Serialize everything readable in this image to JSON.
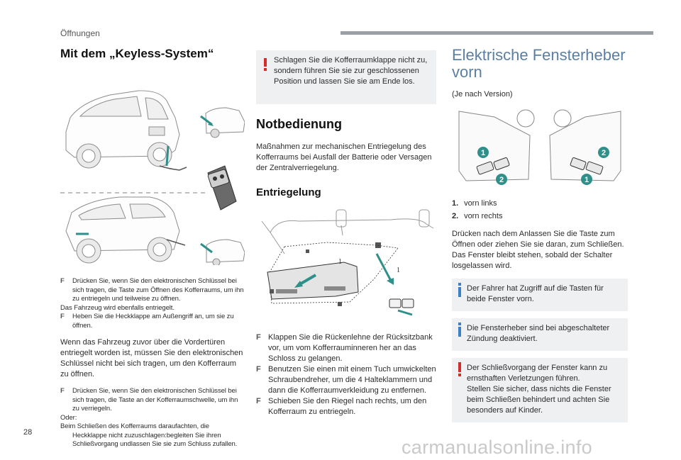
{
  "header": {
    "section": "Öffnungen"
  },
  "col1": {
    "title": "Mit dem „Keyless-System“",
    "small_items": [
      {
        "mark": "F",
        "text": "Drücken Sie, wenn Sie den elektronischen Schlüssel bei sich tragen, die Taste zum Öffnen des Kofferraums, um ihn zu entriegeln und teilweise zu öffnen."
      },
      {
        "mark": "",
        "text": "Das Fahrzeug wird ebenfalls entriegelt."
      },
      {
        "mark": "F",
        "text": "Heben Sie die Heckklappe am Außengriff an, um sie zu öffnen."
      }
    ],
    "para1": "Wenn das Fahrzeug zuvor über die Vordertüren entriegelt worden ist, müssen Sie den elektronischen Schlüssel nicht bei sich tragen, um den Kofferraum zu öffnen.",
    "bullet2": "Drücken Sie, wenn Sie den elektronischen Schlüssel bei sich tragen, die Taste an der Kofferraumschwelle, um ihn zu verriegeln.",
    "oder": "Oder:",
    "close_line1": "Beim Schließen des Kofferraums daraufachten, die",
    "close_line2": "Heckklappe nicht zuzuschlagen:begleiten Sie ihren Schließvorgang undlassen Sie sie zum Schluss zufallen."
  },
  "col2": {
    "warning": "Schlagen Sie die Kofferraumklappe nicht zu, sondern führen Sie sie zur geschlossenen Position und lassen Sie sie am Ende los.",
    "title": "Notbedienung",
    "intro": "Maßnahmen zur mechanischen Entriegelung des Kofferraums bei Ausfall der Batterie oder Versagen der Zentralverriegelung.",
    "subtitle": "Entriegelung",
    "illus_labels": [
      "1",
      "1"
    ],
    "steps": [
      {
        "mark": "F",
        "text": "Klappen Sie die Rückenlehne der Rücksitzbank vor, um vom Kofferrauminneren her an das Schloss zu gelangen."
      },
      {
        "mark": "F",
        "text": "Benutzen Sie einen mit einem Tuch umwickelten Schraubendreher, um die 4 Halteklammern und dann die Kofferraumverkleidung zu entfernen."
      },
      {
        "mark": "F",
        "text": "Schieben Sie den Riegel nach rechts, um den Kofferraum zu entriegeln."
      }
    ]
  },
  "col3": {
    "title": "Elektrische Fensterheber vorn",
    "version": "(Je nach Version)",
    "callouts": [
      "1",
      "2",
      "2",
      "1"
    ],
    "legend": [
      {
        "num": "1.",
        "text": "vorn links"
      },
      {
        "num": "2.",
        "text": "vorn rechts"
      }
    ],
    "para": "Drücken nach dem Anlassen Sie die Taste zum Öffnen oder ziehen Sie sie daran, zum Schließen. Das Fenster bleibt stehen, sobald der Schalter losgelassen wird.",
    "info1": "Der Fahrer hat Zugriff auf die Tasten für beide Fenster vorn.",
    "info2": "Die Fensterheber sind bei abgeschalteter Zündung deaktiviert.",
    "warn_line1": "Der Schließvorgang der Fenster kann zu ernsthaften Verletzungen führen.",
    "warn_line2": "Stellen Sie sicher, dass nichts die Fenster beim Schließen behindert und achten Sie besonders auf Kinder."
  },
  "footer": {
    "page_number": "28",
    "watermark": "carmanualsonline.info"
  },
  "colors": {
    "accent_blue": "#5a7fa3",
    "warning_red": "#d52b2b",
    "info_blue": "#3f7fc4",
    "callout_teal": "#2f8f8a",
    "note_bg": "#eef0f2"
  }
}
